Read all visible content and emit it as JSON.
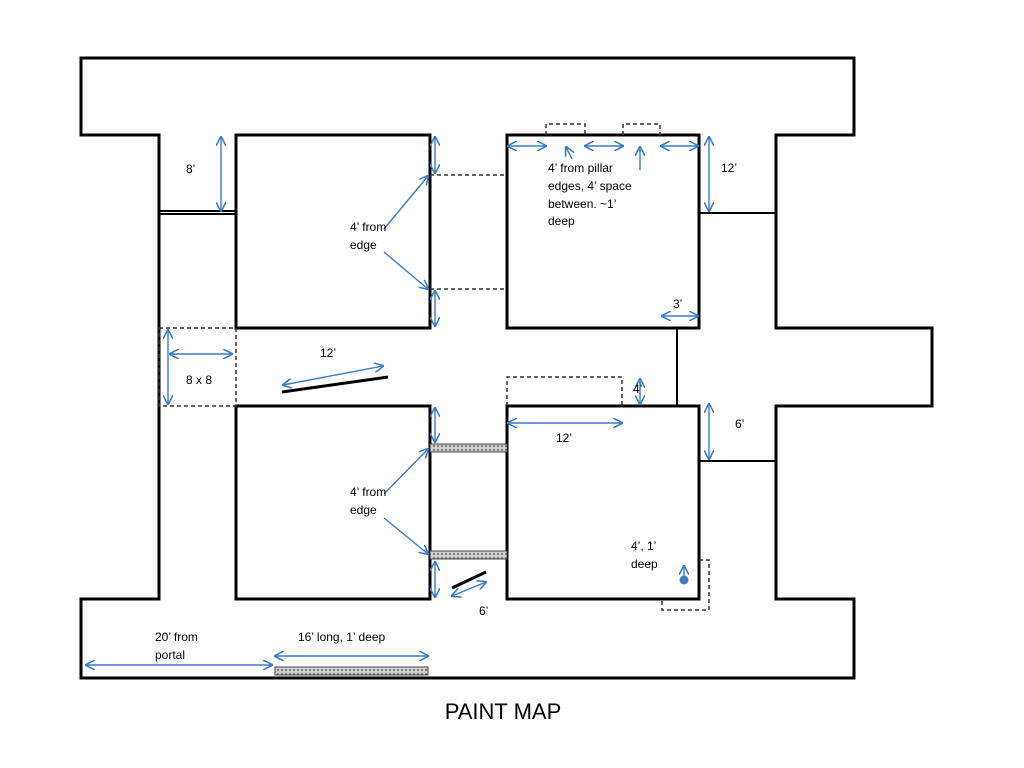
{
  "title": "PAINT MAP",
  "labels": {
    "eight_ft": "8’",
    "four_from_edge_top_1": "4’ from",
    "four_from_edge_top_2": "edge",
    "pillar_note_1": "4’ from pillar",
    "pillar_note_2": "edges, 4’ space",
    "pillar_note_3": "between.  ~1’",
    "pillar_note_4": "deep",
    "twelve_right": "12’",
    "three_ft": "3’",
    "twelve_mid": "12’",
    "eight_by_eight": "8 x 8",
    "four_ft_mid": "4’",
    "twelve_lower": "12’",
    "six_right": "6’",
    "four_from_edge_bottom_1": "4’ from",
    "four_from_edge_bottom_2": "edge",
    "four_one_deep_1": "4’, 1’",
    "four_one_deep_2": "deep",
    "six_bottom": "6’",
    "twenty_from_portal_1": "20’ from",
    "twenty_from_portal_2": "portal",
    "sixteen_long": "16’ long, 1’ deep"
  },
  "colors": {
    "walls": "#000000",
    "dimension_arrows": "#3a7bc8",
    "marker_dot": "#3a7bc8"
  }
}
